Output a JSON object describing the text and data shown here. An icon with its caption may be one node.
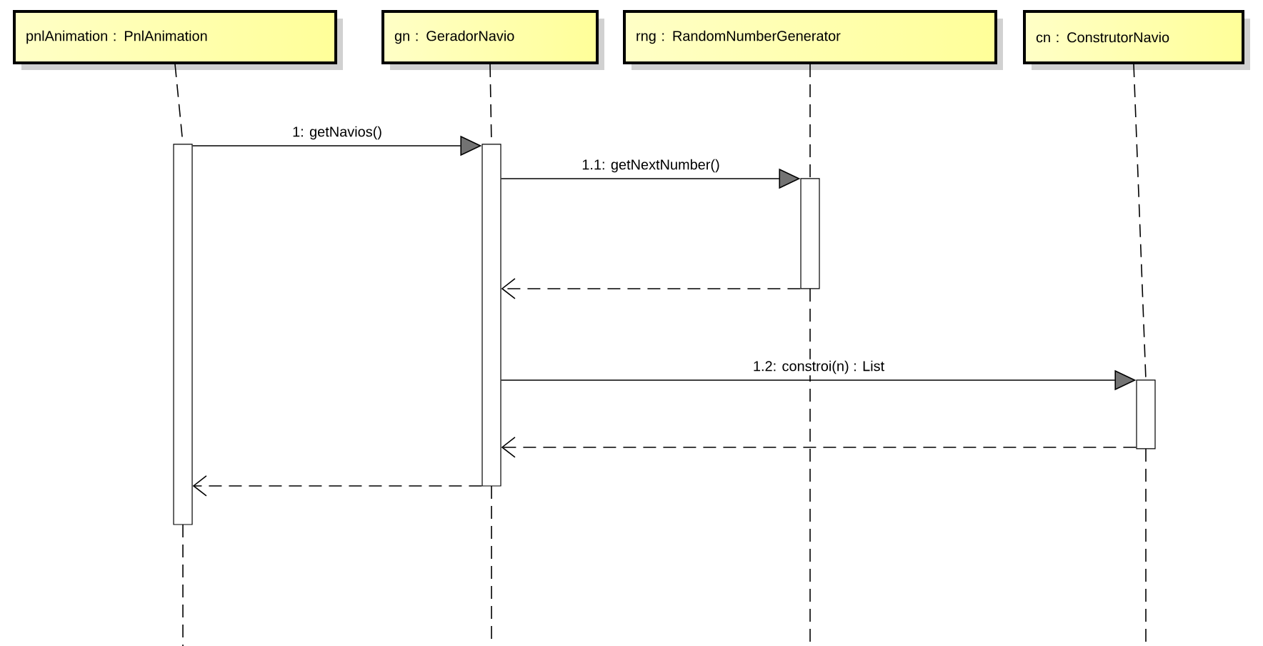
{
  "diagram": {
    "nodes": [
      {
        "text": [
          "pnlAnimation : PnlAnimation"
        ]
      },
      {
        "text": [
          "gn : GeradorNavio"
        ]
      },
      {
        "text": [
          "rng : RandomNumberGenerator"
        ]
      },
      {
        "text": [
          "cn : ConstrutorNavio"
        ]
      },
      {
        "text": [],
        "shape": "bar"
      },
      {
        "text": [],
        "shape": "bar"
      },
      {
        "text": [],
        "shape": "bar"
      },
      {
        "text": [],
        "shape": "bar"
      }
    ],
    "edges": [
      {
        "from": 0,
        "to": 4,
        "arrow": "none",
        "style": "dashed"
      },
      {
        "from": 1,
        "to": 5,
        "arrow": "none",
        "style": "dashed"
      },
      {
        "from": 2,
        "to": 6,
        "arrow": "none",
        "style": "dashed"
      },
      {
        "from": 3,
        "to": 7,
        "arrow": "none",
        "style": "dashed"
      },
      {
        "from": 4,
        "to": 5,
        "arrow": "to",
        "label": "1: getNavios()"
      },
      {
        "from": 5,
        "to": 6,
        "arrow": "to",
        "label": "1.1: getNextNumber()"
      },
      {
        "from": 6,
        "to": 5,
        "arrow": "to",
        "style": "dashed"
      },
      {
        "from": 5,
        "to": 7,
        "arrow": "to",
        "label": "1.2: constroi(n) : List"
      },
      {
        "from": 7,
        "to": 5,
        "arrow": "to",
        "style": "dashed"
      },
      {
        "from": 5,
        "to": 4,
        "arrow": "to",
        "style": "dashed"
      }
    ]
  }
}
